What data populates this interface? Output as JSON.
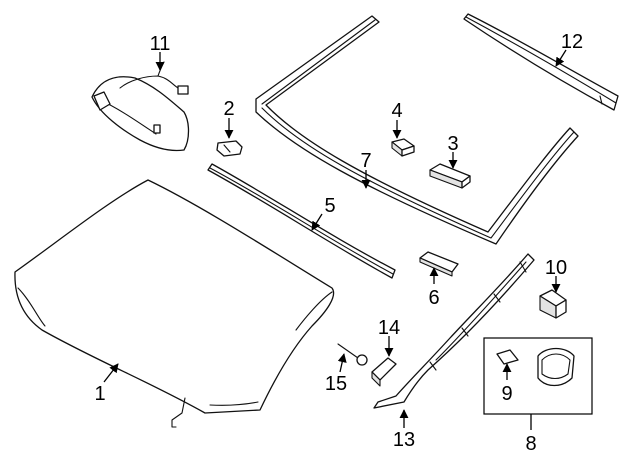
{
  "callouts": [
    {
      "id": "1",
      "label": "1"
    },
    {
      "id": "2",
      "label": "2"
    },
    {
      "id": "3",
      "label": "3"
    },
    {
      "id": "4",
      "label": "4"
    },
    {
      "id": "5",
      "label": "5"
    },
    {
      "id": "6",
      "label": "6"
    },
    {
      "id": "7",
      "label": "7"
    },
    {
      "id": "8",
      "label": "8"
    },
    {
      "id": "9",
      "label": "9"
    },
    {
      "id": "10",
      "label": "10"
    },
    {
      "id": "11",
      "label": "11"
    },
    {
      "id": "12",
      "label": "12"
    },
    {
      "id": "13",
      "label": "13"
    },
    {
      "id": "14",
      "label": "14"
    },
    {
      "id": "15",
      "label": "15"
    }
  ],
  "colors": {
    "line": "#111111",
    "fill": "#ffffff",
    "shade": "#e3e3e3",
    "background": "#ffffff"
  }
}
